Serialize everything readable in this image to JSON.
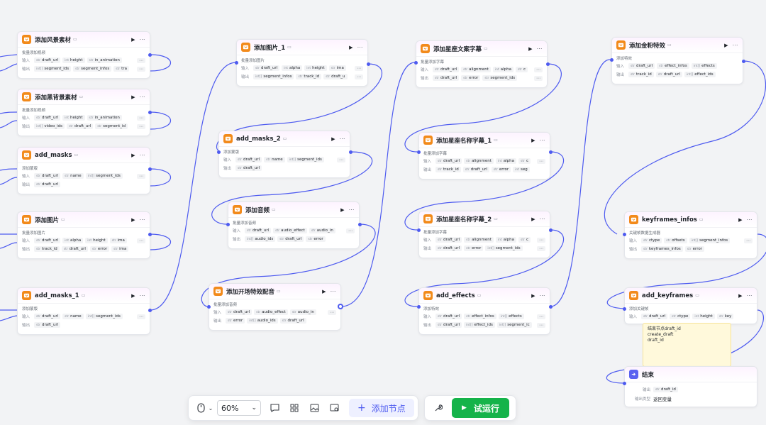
{
  "toolbar": {
    "zoom": "60%",
    "add_node_label": "添加节点",
    "test_run_label": "试运行"
  },
  "labels": {
    "input": "输入",
    "output": "输出",
    "output_type": "输出类型"
  },
  "nodes": {
    "n1": {
      "title": "添加风景素材",
      "desc": "批量添加视频",
      "in": [
        [
          "str",
          "draft_url"
        ],
        [
          "int",
          "height"
        ],
        [
          "str",
          "in_animation"
        ]
      ],
      "out": [
        [
          "int[]",
          "segment_ids"
        ],
        [
          "str",
          "segment_infos"
        ],
        [
          "str",
          "tra"
        ]
      ]
    },
    "n2": {
      "title": "添加黑背景素材",
      "desc": "批量添加视频",
      "in": [
        [
          "str",
          "draft_url"
        ],
        [
          "int",
          "height"
        ],
        [
          "str",
          "in_animation"
        ]
      ],
      "out": [
        [
          "int[]",
          "video_ids"
        ],
        [
          "str",
          "draft_url"
        ],
        [
          "str",
          "segment_id"
        ]
      ]
    },
    "n3": {
      "title": "add_masks",
      "desc": "添加蒙版",
      "in": [
        [
          "str",
          "draft_url"
        ],
        [
          "str",
          "name"
        ],
        [
          "int[]",
          "segment_ids"
        ]
      ],
      "out": [
        [
          "str",
          "draft_url"
        ]
      ]
    },
    "n4": {
      "title": "添加图片",
      "desc": "批量添加图片",
      "in": [
        [
          "str",
          "draft_url"
        ],
        [
          "int",
          "alpha"
        ],
        [
          "int",
          "height"
        ],
        [
          "str",
          "ima"
        ]
      ],
      "out": [
        [
          "str",
          "track_id"
        ],
        [
          "str",
          "draft_url"
        ],
        [
          "str",
          "error"
        ],
        [
          "str",
          "ima"
        ]
      ]
    },
    "n5": {
      "title": "add_masks_1",
      "desc": "添加蒙版",
      "in": [
        [
          "str",
          "draft_url"
        ],
        [
          "str",
          "name"
        ],
        [
          "int[]",
          "segment_ids"
        ]
      ],
      "out": [
        [
          "str",
          "draft_url"
        ]
      ]
    },
    "n6": {
      "title": "添加图片_1",
      "desc": "批量添加图片",
      "in": [
        [
          "str",
          "draft_url"
        ],
        [
          "int",
          "alpha"
        ],
        [
          "int",
          "height"
        ],
        [
          "str",
          "ima"
        ]
      ],
      "out": [
        [
          "int[]",
          "segment_infos"
        ],
        [
          "str",
          "track_id"
        ],
        [
          "str",
          "draft_u"
        ]
      ]
    },
    "n7": {
      "title": "add_masks_2",
      "desc": "添加蒙版",
      "in": [
        [
          "str",
          "draft_url"
        ],
        [
          "str",
          "name"
        ],
        [
          "int[]",
          "segment_ids"
        ]
      ],
      "out": [
        [
          "str",
          "draft_url"
        ]
      ]
    },
    "n8": {
      "title": "添加音频",
      "desc": "批量添加音频",
      "in": [
        [
          "str",
          "draft_url"
        ],
        [
          "str",
          "audio_effect"
        ],
        [
          "str",
          "audio_in"
        ]
      ],
      "out": [
        [
          "int[]",
          "audio_ids"
        ],
        [
          "str",
          "draft_url"
        ],
        [
          "str",
          "error"
        ]
      ]
    },
    "n9": {
      "title": "添加开场特效配音",
      "desc": "批量添加音频",
      "in": [
        [
          "str",
          "draft_url"
        ],
        [
          "str",
          "audio_effect"
        ],
        [
          "str",
          "audio_in"
        ]
      ],
      "out": [
        [
          "str",
          "error"
        ],
        [
          "int[]",
          "audio_ids"
        ],
        [
          "str",
          "draft_url"
        ]
      ]
    },
    "n10": {
      "title": "添加星座文案字幕",
      "desc": "批量添加字幕",
      "in": [
        [
          "str",
          "draft_url"
        ],
        [
          "str",
          "alignment"
        ],
        [
          "int",
          "alpha"
        ],
        [
          "str",
          "c"
        ]
      ],
      "out": [
        [
          "str",
          "draft_url"
        ],
        [
          "str",
          "error"
        ],
        [
          "str",
          "segment_ids"
        ]
      ]
    },
    "n11": {
      "title": "添加星座名称字幕_1",
      "desc": "批量添加字幕",
      "in": [
        [
          "str",
          "draft_url"
        ],
        [
          "str",
          "alignment"
        ],
        [
          "int",
          "alpha"
        ],
        [
          "str",
          "c"
        ]
      ],
      "out": [
        [
          "str",
          "track_id"
        ],
        [
          "str",
          "draft_url"
        ],
        [
          "str",
          "error"
        ],
        [
          "int",
          "seg"
        ]
      ]
    },
    "n12": {
      "title": "添加星座名称字幕_2",
      "desc": "批量添加字幕",
      "in": [
        [
          "str",
          "draft_url"
        ],
        [
          "str",
          "alignment"
        ],
        [
          "int",
          "alpha"
        ],
        [
          "str",
          "c"
        ]
      ],
      "out": [
        [
          "str",
          "draft_url"
        ],
        [
          "str",
          "error"
        ],
        [
          "int[]",
          "segment_ids"
        ]
      ]
    },
    "n13": {
      "title": "add_effects",
      "desc": "添加特效",
      "in": [
        [
          "str",
          "draft_url"
        ],
        [
          "str",
          "effect_infos"
        ],
        [
          "int[]",
          "effects"
        ]
      ],
      "out": [
        [
          "str",
          "draft_url"
        ],
        [
          "int[]",
          "effect_ids"
        ],
        [
          "int[]",
          "segment_ic"
        ]
      ]
    },
    "n14": {
      "title": "添加金粉特效",
      "desc": "添加特效",
      "in": [
        [
          "str",
          "draft_url"
        ],
        [
          "str",
          "effect_infos"
        ],
        [
          "int[]",
          "effects"
        ]
      ],
      "out": [
        [
          "str",
          "track_id"
        ],
        [
          "str",
          "draft_url"
        ],
        [
          "int[]",
          "effect_ids"
        ]
      ]
    },
    "n15": {
      "title": "keyframes_infos",
      "desc": "关键帧数据生成器",
      "in": [
        [
          "str",
          "ctype"
        ],
        [
          "str",
          "offsets"
        ],
        [
          "int[]",
          "segment_infos"
        ]
      ],
      "out": [
        [
          "str",
          "keyframes_infos"
        ],
        [
          "str",
          "error"
        ]
      ]
    },
    "n16": {
      "title": "add_keyframes",
      "desc": "添加关键帧",
      "in": [
        [
          "str",
          "draft_url"
        ],
        [
          "str",
          "ctype"
        ],
        [
          "int",
          "height"
        ],
        [
          "str",
          "key"
        ]
      ],
      "out": []
    },
    "end": {
      "title": "结束",
      "out_param": [
        "str",
        "draft_id"
      ],
      "output_type_value": "返回变量"
    }
  },
  "note_lines": [
    "结束节点draft_id",
    "create_draft",
    "draft_id"
  ],
  "colors": {
    "edge": "#4e5bf0",
    "plugin": "#f28a1b",
    "run": "#15b34a",
    "canvas": "#f2f3f5"
  },
  "icons": {
    "plugin": "plugin-icon",
    "end": "end-icon",
    "run": "play-icon",
    "more": "more-icon"
  }
}
